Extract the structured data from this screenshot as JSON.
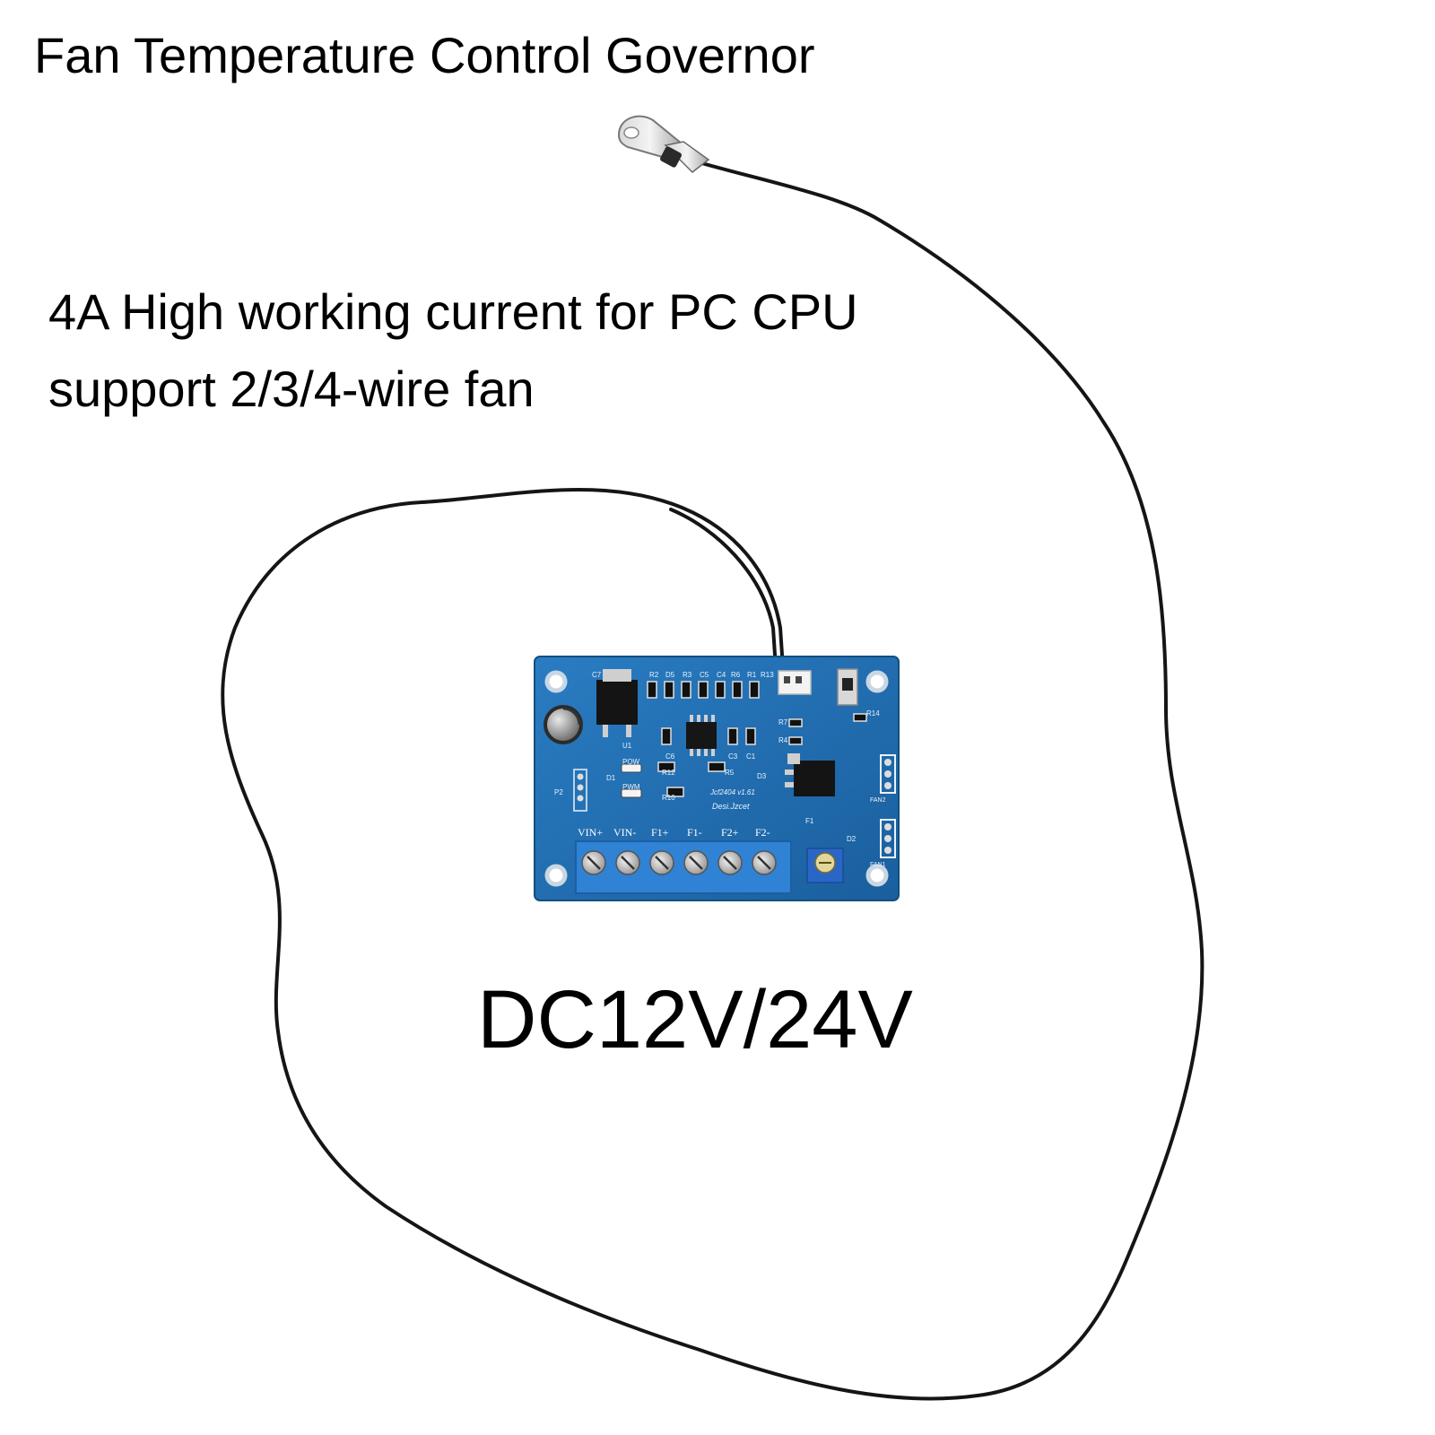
{
  "texts": {
    "title": "Fan Temperature Control Governor",
    "feature_line1": "4A High working current for PC CPU",
    "feature_line2": "support 2/3/4-wire fan",
    "voltage": "DC12V/24V"
  },
  "board": {
    "component_labels": [
      "C7",
      "R2",
      "D5",
      "R3",
      "C5",
      "C4",
      "R6",
      "R1",
      "R13",
      "R14",
      "C6",
      "C3",
      "C1",
      "R12",
      "R5",
      "R10",
      "R7",
      "R4",
      "U1",
      "D1",
      "D3",
      "F1",
      "D2",
      "P2",
      "POW",
      "PWM",
      "FAN2",
      "FAN1"
    ],
    "terminal_labels": [
      "VIN+",
      "VIN-",
      "F1+",
      "F1-",
      "F2+",
      "F2-"
    ],
    "version_text": "Jcf2404 v1.61",
    "designer_text": "Desi.Jzcet"
  },
  "colors": {
    "pcb": "#1f6fb4",
    "terminal_block": "#2f7fd0",
    "wire": "#111111"
  }
}
